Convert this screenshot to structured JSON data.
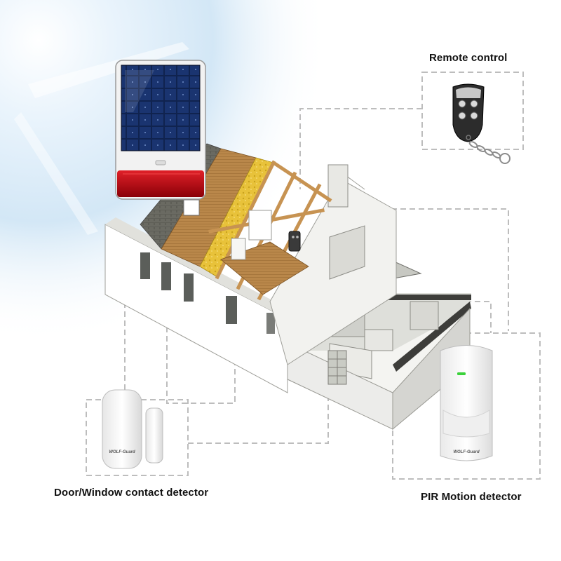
{
  "labels": {
    "remote_control": "Remote control",
    "door_window": "Door/Window contact detector",
    "pir_motion": "PIR Motion detector"
  },
  "devices": {
    "door_brand": "WOLF-Guard",
    "pir_brand": "WOLF-Guard"
  },
  "colors": {
    "connector": "#bdbdbd",
    "solar_panel": "#0f2050",
    "siren_red": "#c0101a",
    "pir_led": "#3bd23b",
    "sky": "#cfe3f4"
  },
  "icons": [
    "solar-siren-icon",
    "remote-control-icon",
    "door-window-sensor-icon",
    "pir-detector-icon",
    "house-cutaway-icon"
  ]
}
